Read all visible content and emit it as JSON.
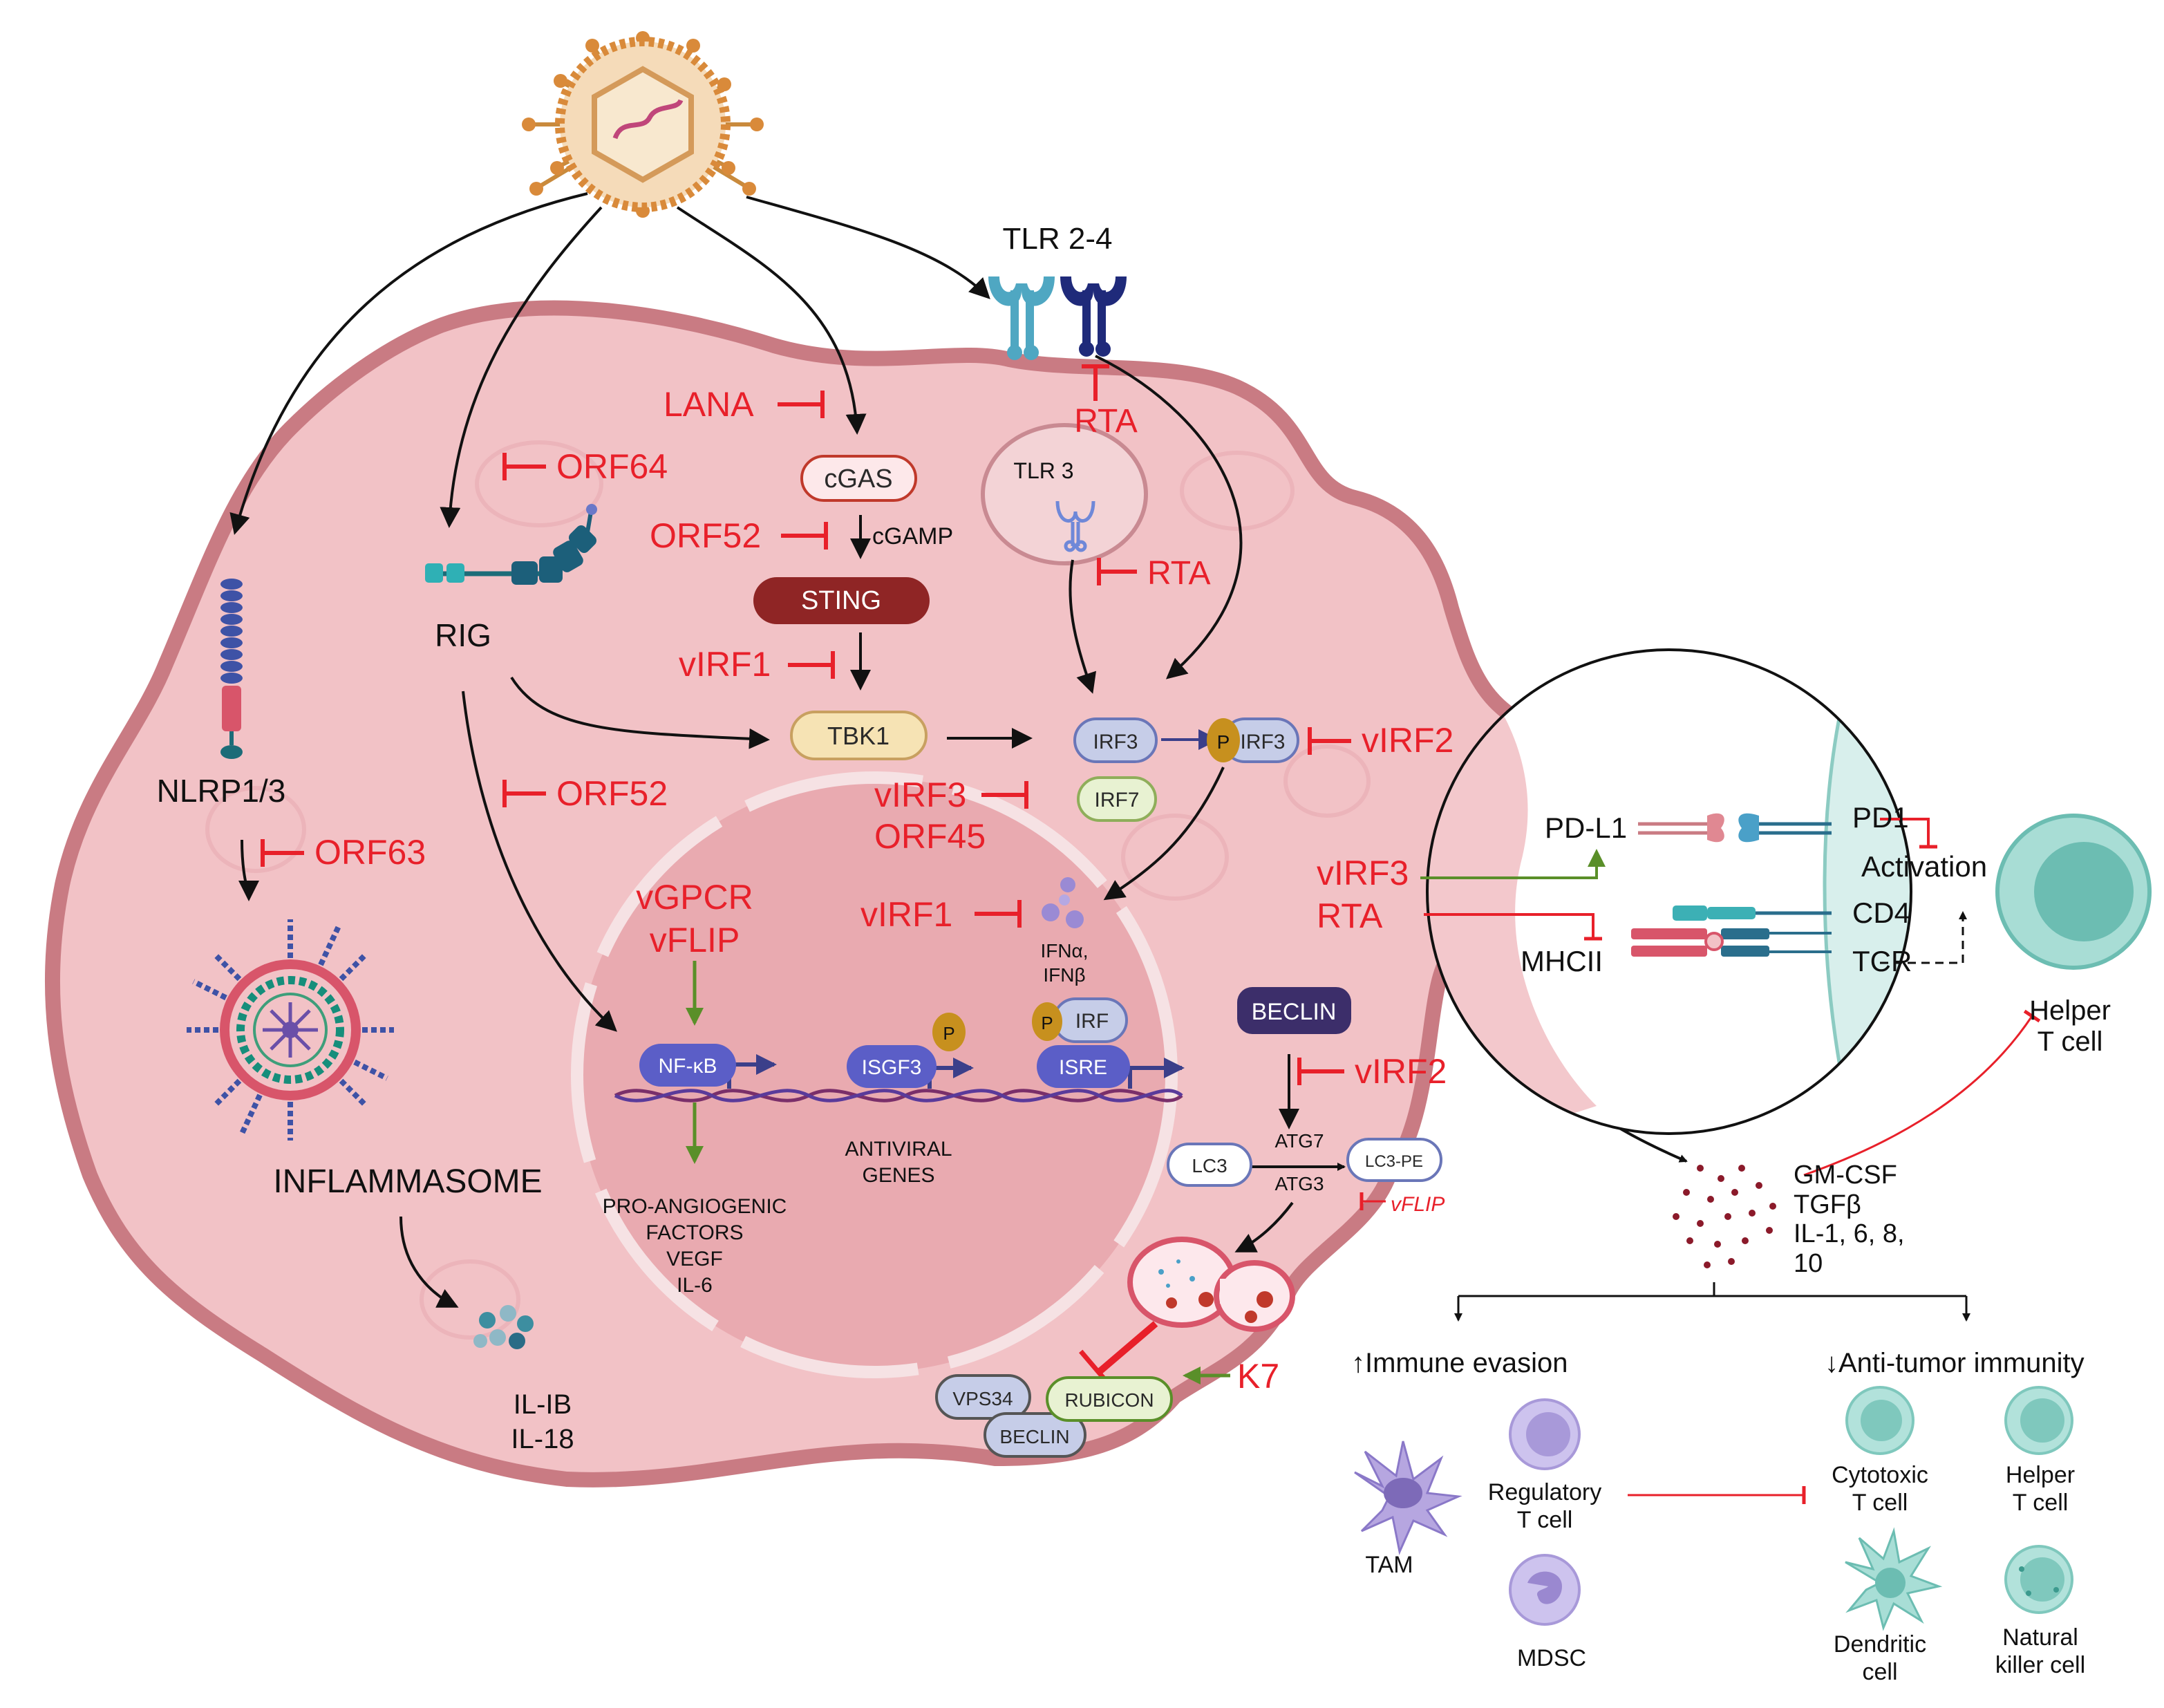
{
  "receptors": {
    "tlr24": "TLR 2-4",
    "tlr3": "TLR 3",
    "rig": "RIG",
    "nlrp": "NLRP1/3",
    "inflammasome": "INFLAMMASOME",
    "il1b": "IL-IB",
    "il18": "IL-18"
  },
  "viral_inhibitors": {
    "lana": "LANA",
    "rta_tlr24": "RTA",
    "orf64": "ORF64",
    "orf52_cgas": "ORF52",
    "rta_tlr3": "RTA",
    "virf1_sting": "vIRF1",
    "virf2_irf3": "vIRF2",
    "orf52_nfkb": "ORF52",
    "virf3_nuc": "vIRF3",
    "orf45": "ORF45",
    "orf63": "ORF63",
    "vgpcr": "vGPCR",
    "vflip": "vFLIP",
    "virf1_ifn": "vIRF1",
    "virf2_beclin": "vIRF2",
    "vflip_small": "vFLIP",
    "k7": "K7",
    "virf3_tcell": "vIRF3",
    "rta_tcell": "RTA"
  },
  "signaling": {
    "cgas": "cGAS",
    "cgamp": "cGAMP",
    "sting": "STING",
    "tbk1": "TBK1",
    "irf3": "IRF3",
    "irf3_p": "IRF3",
    "p": "P",
    "irf7": "IRF7",
    "ifna": "IFNα,",
    "ifnb": "IFNβ"
  },
  "nucleus": {
    "nfkb": "NF-κB",
    "isgf3": "ISGF3",
    "isre": "ISRE",
    "irf": "IRF",
    "antiviral": [
      "ANTIVIRAL",
      "GENES"
    ],
    "proangio": [
      "PRO-ANGIOGENIC",
      "FACTORS",
      "VEGF",
      "IL-6"
    ]
  },
  "autophagy": {
    "beclin": "BECLIN",
    "lc3": "LC3",
    "atg7": "ATG7",
    "atg3": "ATG3",
    "lc3pe": "LC3-PE",
    "vps34": "VPS34",
    "beclin2": "BECLIN",
    "rubicon": "RUBICON"
  },
  "synapse": {
    "pdl1": "PD-L1",
    "pd1": "PD1",
    "activation": "Activation",
    "cd4": "CD4",
    "tcr": "TCR",
    "mhcii": "MHCII",
    "helper": [
      "Helper",
      "T cell"
    ]
  },
  "cytokines": [
    "GM-CSF",
    "TGFβ",
    "IL-1, 6, 8,",
    "10"
  ],
  "outcomes": {
    "evasion": "↑Immune evasion",
    "antitumor": "↓Anti-tumor immunity",
    "tam": "TAM",
    "treg": [
      "Regulatory",
      "T cell"
    ],
    "mdsc": "MDSC",
    "cytotoxic": [
      "Cytotoxic",
      "T cell"
    ],
    "helper2": [
      "Helper",
      "T cell"
    ],
    "dendritic": [
      "Dendritic",
      "cell"
    ],
    "nk": [
      "Natural",
      "killer cell"
    ]
  },
  "colors": {
    "inhibitor": "#e8202a",
    "activator": "#5a8f29",
    "cell_fill": "#f2c2c6",
    "cell_border": "#c97b83",
    "nucleus": "#e7a9ae",
    "pill_blue": "#c6cde8",
    "tcell": "#7fc8bd"
  }
}
